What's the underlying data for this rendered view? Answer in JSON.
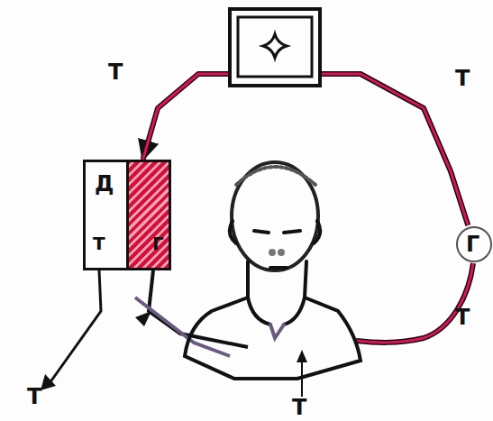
{
  "diagram": {
    "nodes": [
      {
        "text": [
          "Д",
          "Т",
          "Г"
        ]
      },
      {
        "text": [
          "Г"
        ]
      }
    ],
    "edges": [
      {
        "from": 1,
        "to": 0,
        "arrow": "to"
      }
    ],
    "labels": [
      "Т",
      "Т",
      "Т",
      "Т",
      "Т"
    ]
  }
}
